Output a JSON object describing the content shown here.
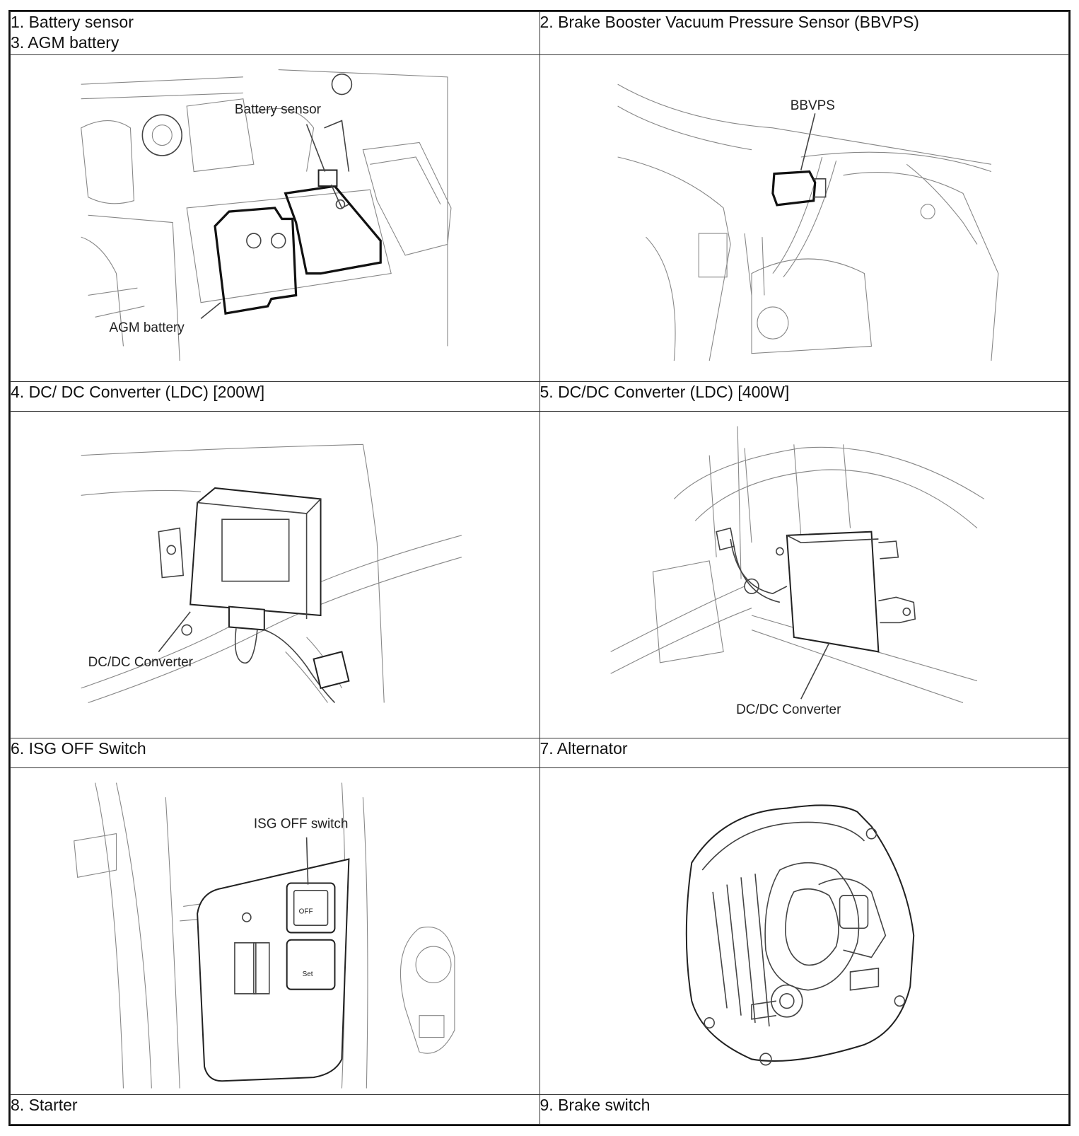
{
  "cells": {
    "c1": {
      "line1": "1. Battery sensor",
      "line2": "3. AGM battery"
    },
    "c2": {
      "line1": "2. Brake Booster Vacuum Pressure Sensor (BBVPS)"
    },
    "c4": {
      "line1": "4. DC/ DC Converter (LDC) [200W]"
    },
    "c5": {
      "line1": "5. DC/DC Converter (LDC) [400W]"
    },
    "c6": {
      "line1": "6. ISG OFF Switch"
    },
    "c7": {
      "line1": "7. Alternator"
    },
    "c8": {
      "line1": "8. Starter"
    },
    "c9": {
      "line1": "9. Brake switch"
    }
  },
  "callouts": {
    "battery_sensor": "Battery sensor",
    "agm_battery": "AGM battery",
    "bbvps": "BBVPS",
    "dcdc_200": "DC/DC Converter",
    "dcdc_400": "DC/DC Converter",
    "isg_off_switch": "ISG OFF switch",
    "switch_glyph_off": "OFF",
    "switch_glyph_set": "Set"
  }
}
